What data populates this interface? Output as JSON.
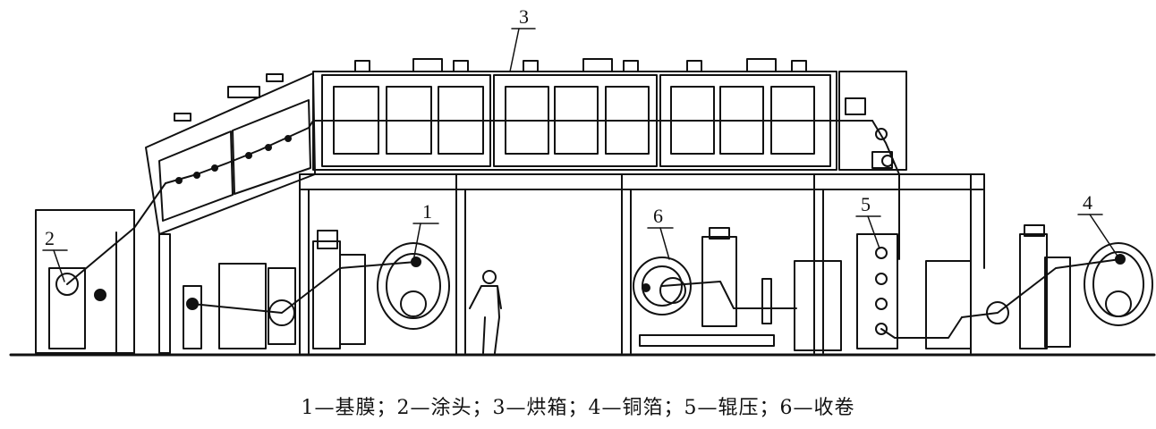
{
  "callouts": {
    "n1": "1",
    "n2": "2",
    "n3": "3",
    "n4": "4",
    "n5": "5",
    "n6": "6"
  },
  "caption": "1—基膜；2—涂头；3—烘箱；4—铜箔；5—辊压；6—收卷"
}
